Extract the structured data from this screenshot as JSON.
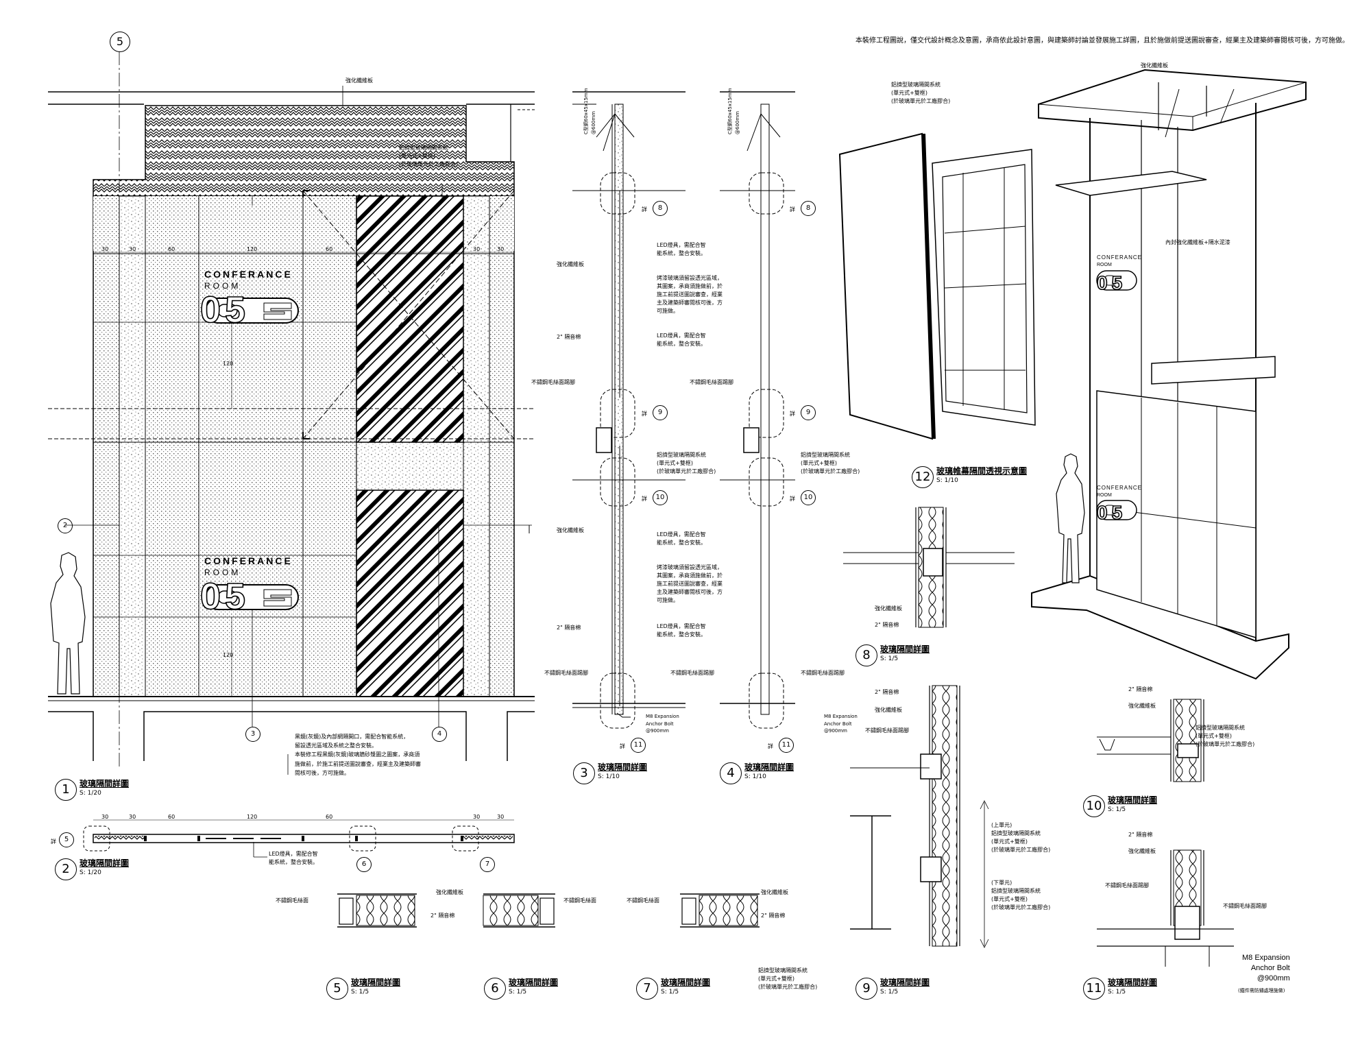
{
  "general_note": "本裝修工程圖說，僅交代設計概念及意圖，承商依此設計意圖，與建築師討論並發展施工詳圖，且於施做前提送圖說審查，經業主及建築師審閱核可後，方可施做。",
  "grid_label": "5",
  "sign": {
    "line1": "CONFERANCE",
    "line2": "ROOM",
    "number": "05"
  },
  "dims_top": [
    "30",
    "30",
    "60",
    "120",
    "60",
    "30",
    "30"
  ],
  "dim_120": "120",
  "elevation_notes": {
    "top": "強化纖維板",
    "frame": "鋁擠型玻璃隔間系統\n(單元式+雙框)\n(於玻璃單元於工廠膠合)",
    "bottom": "黑鏡(灰鏡)及內部網隔開口，需配合智能系統，\n留設透光區域及系統之整合安裝。\n本裝修工程黑鏡(灰鏡)玻璃牆砂漿圖之圖案，承商須\n施做前，於施工前提送圖說審查，經業主及建築師審\n閱核可後，方可施做。"
  },
  "section_notes": {
    "board": "強化纖維板",
    "led": "LED燈具，需配合智\n能系統，整合安裝。",
    "glass": "烤漆玻璃須留設透光區域，\n其圖案，承商須施做前，於\n施工前提送圖說審查，經業\n主及建築師審閱核可後，方\n可施做。",
    "insulation": "2\" 隔音棉",
    "ss_trim": "不鏽鋼毛絲面踢腳",
    "frame_system": "鋁擠型玻璃隔間系統\n(單元式+雙框)\n(於玻璃單元於工廠膠合)",
    "anchor": "M8 Expansion\nAnchor Bolt\n@900mm",
    "anchor_sub": "(鐵件需防鏽處理施做)",
    "stud": "C型鋼60x45x15mm\n@600mm",
    "upper_unit": "(上單元)",
    "lower_unit": "(下單元)",
    "ss_hair": "不鏽鋼毛絲面",
    "inner_board": "內封強化纖維板+隔水泥漆"
  },
  "detail_refs": {
    "ref_word": "詳",
    "labels": [
      "2",
      "3",
      "4",
      "5",
      "6",
      "7",
      "8",
      "9",
      "10",
      "11"
    ]
  },
  "details": [
    {
      "num": "1",
      "title": "玻璃隔間詳圖",
      "scale": "S: 1/20"
    },
    {
      "num": "2",
      "title": "玻璃隔間詳圖",
      "scale": "S: 1/20"
    },
    {
      "num": "3",
      "title": "玻璃隔間詳圖",
      "scale": "S: 1/10"
    },
    {
      "num": "4",
      "title": "玻璃隔間詳圖",
      "scale": "S: 1/10"
    },
    {
      "num": "5",
      "title": "玻璃隔間詳圖",
      "scale": "S: 1/5"
    },
    {
      "num": "6",
      "title": "玻璃隔間詳圖",
      "scale": "S: 1/5"
    },
    {
      "num": "7",
      "title": "玻璃隔間詳圖",
      "scale": "S: 1/5"
    },
    {
      "num": "8",
      "title": "玻璃隔間詳圖",
      "scale": "S: 1/5"
    },
    {
      "num": "9",
      "title": "玻璃隔間詳圖",
      "scale": "S: 1/5"
    },
    {
      "num": "10",
      "title": "玻璃隔間詳圖",
      "scale": "S: 1/5"
    },
    {
      "num": "11",
      "title": "玻璃隔間詳圖",
      "scale": "S: 1/5"
    },
    {
      "num": "12",
      "title": "玻璃帷幕隔間透視示意圖",
      "scale": "S: 1/10"
    }
  ]
}
